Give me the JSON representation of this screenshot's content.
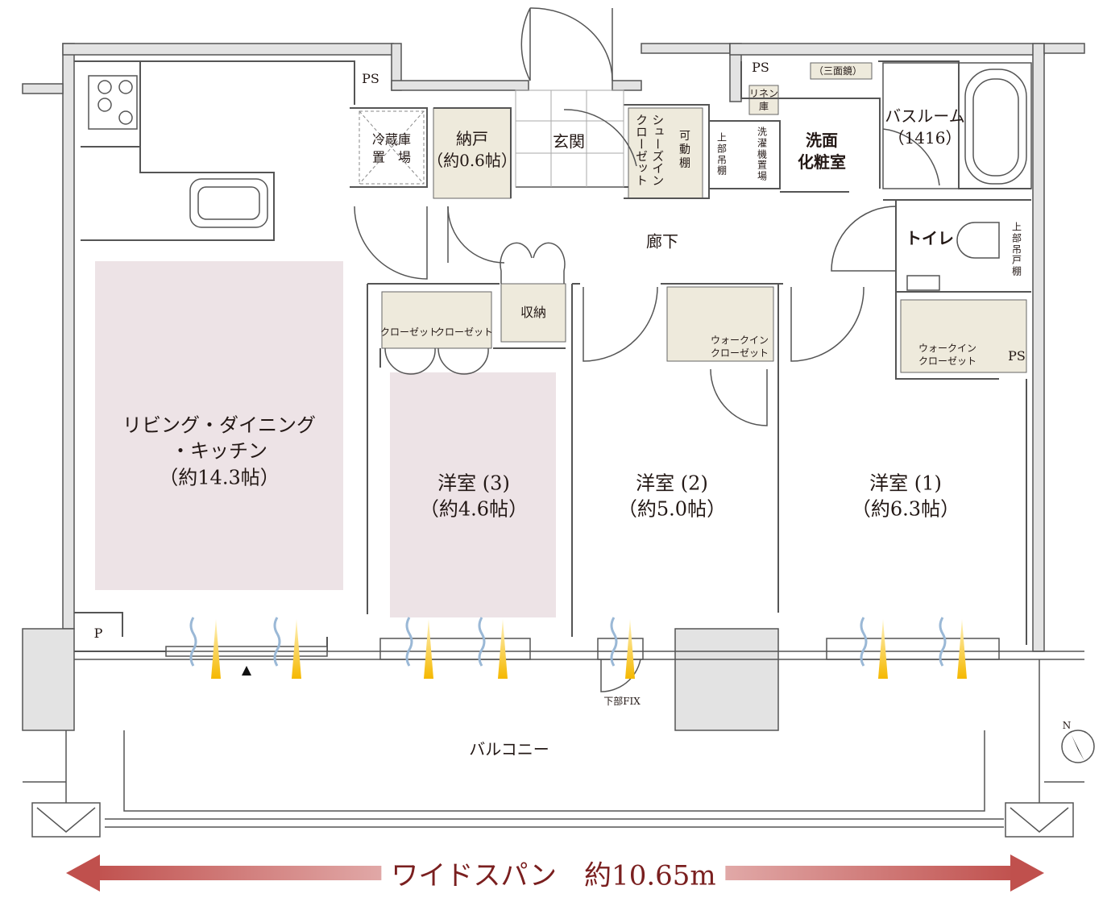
{
  "colors": {
    "wall": "#555555",
    "wall_fill": "#e3e3e3",
    "storage": "#eeeadc",
    "highlight": "#ede3e6",
    "accent": "#c0504d",
    "span_text": "#7a1f1f"
  },
  "rooms": {
    "ldk": {
      "name": "リビング・ダイニング",
      "name2": "・キッチン",
      "area": "（約14.3帖）"
    },
    "bedroom3": {
      "name": "洋室 (3)",
      "area": "（約4.6帖）"
    },
    "bedroom2": {
      "name": "洋室 (2)",
      "area": "（約5.0帖）"
    },
    "bedroom1": {
      "name": "洋室 (1)",
      "area": "（約6.3帖）"
    },
    "storeroom": {
      "name": "納戸",
      "area": "（約0.6帖）"
    },
    "entrance": "玄関",
    "corridor": "廊下",
    "washroom": "洗面\n化粧室",
    "bathroom": {
      "name": "バスルーム",
      "size": "（1416）"
    },
    "toilet": "トイレ",
    "balcony": "バルコニー"
  },
  "fixtures": {
    "fridge": "冷蔵庫\n置　場",
    "ps": "PS",
    "p": "P",
    "linen": "リネン\n庫",
    "mirror": "（三面鏡）",
    "shoes_closet": "シューズイン\nクローゼット",
    "shelf_movable": "可\n動\n棚",
    "upper_shelf": "上\n部\n吊\n棚",
    "washer": "洗\n濯\n機\n置\n場",
    "toilet_upper": "上\n部\n吊\n戸\n棚",
    "storage": "収納",
    "closet": "クローゼット",
    "wic": "ウォークイン\nクローゼット",
    "fix": "下部FIX",
    "north": "N"
  },
  "span_label": "ワイドスパン　約10.65m"
}
